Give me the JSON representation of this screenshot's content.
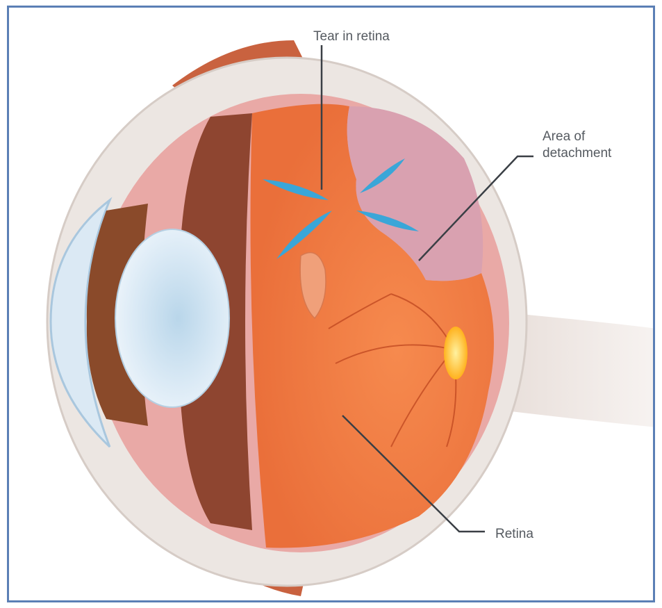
{
  "labels": {
    "tear": "Tear in retina",
    "area_line1": "Area of",
    "area_line2": "detachment",
    "retina": "Retina"
  },
  "colors": {
    "border": "#5b7fb5",
    "retina": "#f07a45",
    "detached_area": "#dba0b0",
    "tear_blue": "#3aa6d8",
    "optic_disc": "#ffc928",
    "lens": "#cfe3f2",
    "iris": "#8a4a2a",
    "sclera": "#ece6e2"
  }
}
